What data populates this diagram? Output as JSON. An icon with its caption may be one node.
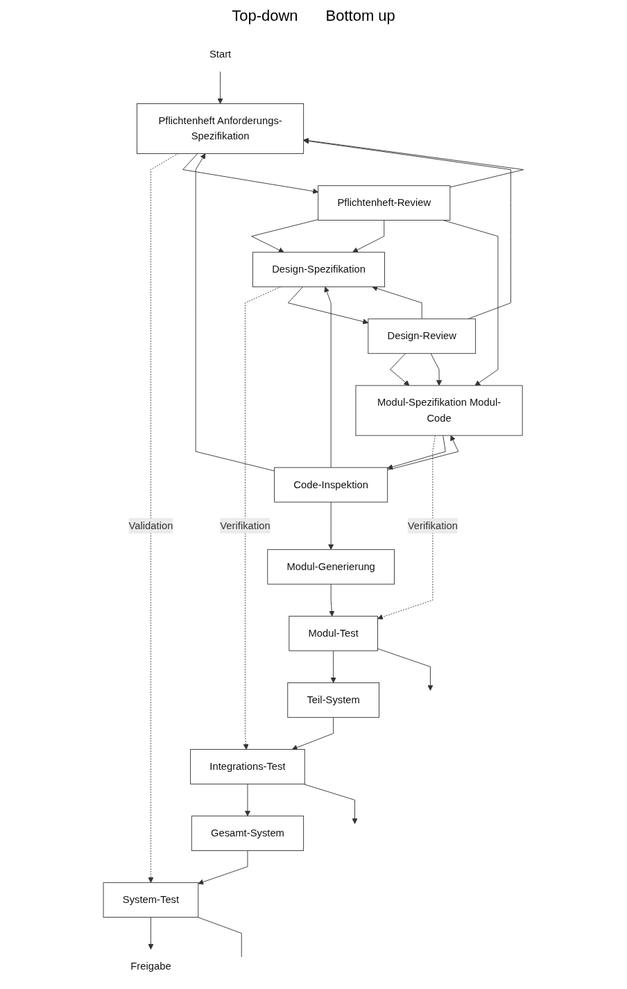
{
  "diagram": {
    "nodes": [
      {
        "text": [
          "Start"
        ]
      },
      {
        "text": [
          "Freigabe"
        ]
      },
      {
        "text": [
          "Pflichtenheft Anforderungs-Spezifikation"
        ]
      },
      {
        "text": [
          "System-Test"
        ]
      },
      {
        "text": [
          "Pflichtenheft-Review"
        ]
      },
      {
        "text": [
          "Gesamt-System"
        ]
      },
      {
        "text": [
          "Design-Spezifikation"
        ]
      },
      {
        "text": [
          "Integrations-Test"
        ]
      },
      {
        "text": [
          "Design-Review"
        ]
      },
      {
        "text": [
          "Teil-System"
        ]
      },
      {
        "text": [
          "Modul-Spezifikation Modul-Code"
        ]
      },
      {
        "text": [
          "Modul-Test"
        ]
      },
      {
        "text": [
          "Code-Inspektion"
        ]
      },
      {
        "text": [
          "Modul-Generierung"
        ]
      }
    ],
    "edges": [
      {
        "from": 0,
        "to": 2,
        "arrow": "to"
      },
      {
        "from": 3,
        "to": 1,
        "arrow": "to"
      },
      {
        "from": 2,
        "to": 3,
        "arrow": "to",
        "label": "Validation",
        "style": "dashed"
      },
      {
        "from": 2,
        "to": 4,
        "arrow": "to"
      },
      {
        "from": 4,
        "to": 6,
        "arrow": "to"
      },
      {
        "from": 6,
        "to": 7,
        "arrow": "to",
        "label": "Verifikation",
        "style": "dashed"
      },
      {
        "from": 6,
        "to": 8,
        "arrow": "to"
      },
      {
        "from": 8,
        "to": 10,
        "arrow": "to"
      },
      {
        "from": 10,
        "to": 11,
        "arrow": "to",
        "label": "Verifikation",
        "style": "dashed"
      },
      {
        "from": 10,
        "to": 12,
        "arrow": "to"
      },
      {
        "from": 12,
        "to": 13,
        "arrow": "to"
      },
      {
        "from": 13,
        "to": 11,
        "arrow": "to"
      },
      {
        "from": 11,
        "to": 9,
        "arrow": "to"
      },
      {
        "from": 9,
        "to": 7,
        "arrow": "to"
      },
      {
        "from": 7,
        "to": 5,
        "arrow": "to"
      },
      {
        "from": 5,
        "to": 3,
        "arrow": "to"
      },
      {
        "from": 3,
        "to": null,
        "arrow": "none"
      },
      {
        "from": 7,
        "to": null,
        "arrow": "to"
      },
      {
        "from": 11,
        "to": null,
        "arrow": "to"
      },
      {
        "from": 4,
        "to": 2,
        "arrow": "to"
      },
      {
        "from": 4,
        "to": 6,
        "arrow": "to"
      },
      {
        "from": 4,
        "to": 10,
        "arrow": "to"
      },
      {
        "from": 8,
        "to": 2,
        "arrow": "to"
      },
      {
        "from": 8,
        "to": 6,
        "arrow": "to"
      },
      {
        "from": 8,
        "to": 10,
        "arrow": "to"
      },
      {
        "from": 12,
        "to": 2,
        "arrow": "to"
      },
      {
        "from": 12,
        "to": 6,
        "arrow": "to"
      },
      {
        "from": 12,
        "to": 10,
        "arrow": "to"
      }
    ],
    "labels": [
      "Top-down",
      "Bottom up"
    ]
  }
}
